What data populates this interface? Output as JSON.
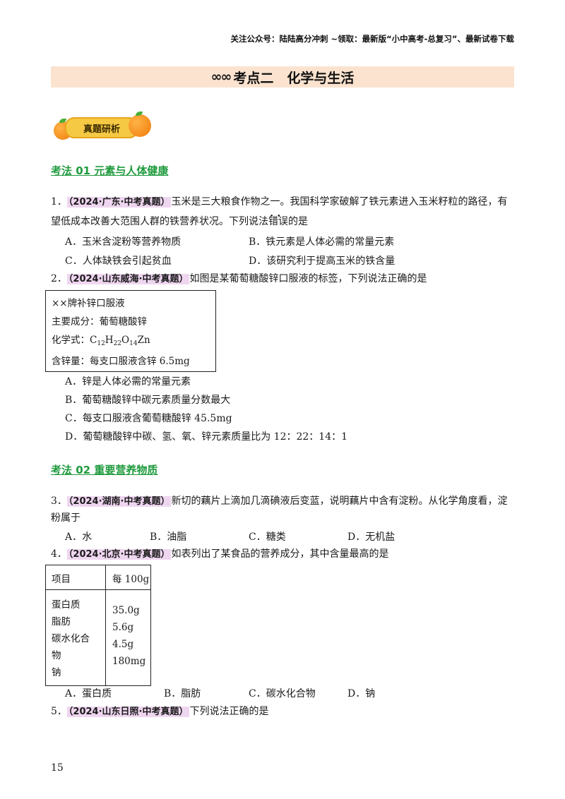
{
  "header": {
    "note": "关注公众号：陆陆高分冲刺  ~领取：最新版“小中高考-总复习”、最新试卷下载"
  },
  "title": {
    "rings": "∞∞",
    "text": "考点二　化学与生活"
  },
  "badge": {
    "label": "真题研析"
  },
  "sections": {
    "s1": "考法 01  元素与人体健康",
    "s2": "考法 02  重要营养物质"
  },
  "q1": {
    "num": "1．",
    "source": "（2024·广东·中考真题）",
    "text_a": "玉米是三大粮食作物之一。我国科学家破解了铁元素进入玉米籽粒的路径，有",
    "text_b_pre": "望低成本改善大范围人群的铁营养状况。下列说法",
    "text_b_emph": "错误",
    "text_b_post": "的是",
    "A": "A．玉米含淀粉等营养物质",
    "B": "B．铁元素是人体必需的常量元素",
    "C": "C．人体缺铁会引起贫血",
    "D": "D．该研究利于提高玉米的铁含量"
  },
  "q2": {
    "num": "2．",
    "source": "（2024·山东威海·中考真题）",
    "text": "如图是某葡萄糖酸锌口服液的标签，下列说法正确的是",
    "label": {
      "l1": "××牌补锌口服液",
      "l2": "主要成分：葡萄糖酸锌",
      "l3_pre": "化学式：",
      "f_c": "C",
      "f_c_n": "12",
      "f_h": "H",
      "f_h_n": "22",
      "f_o": "O",
      "f_o_n": "14",
      "f_zn": "Zn",
      "l4": "含锌量：每支口服液含锌 6.5mg"
    },
    "A": "A．锌是人体必需的常量元素",
    "B": "B．葡萄糖酸锌中碳元素质量分数最大",
    "C": "C．每支口服液含葡萄糖酸锌 45.5mg",
    "D": "D．葡萄糖酸锌中碳、氢、氧、锌元素质量比为 12：22：14：1"
  },
  "q3": {
    "num": "3．",
    "source": "（2024·湖南·中考真题）",
    "text_a": "新切的藕片上滴加几滴碘液后变蓝，说明藕片中含有淀粉。从化学角度看，淀",
    "text_b": "粉属于",
    "A": "A．水",
    "B": "B．油脂",
    "C": "C．糖类",
    "D": "D．无机盐"
  },
  "q4": {
    "num": "4．",
    "source": "（2024·北京·中考真题）",
    "text": "如表列出了某食品的营养成分，其中含量最高的是",
    "table": {
      "h1": "项目",
      "h2": "每 100g",
      "rows": [
        "蛋白质",
        "脂肪",
        "碳水化合",
        "物",
        "钠"
      ],
      "vals": [
        "35.0g",
        "5.6g",
        "4.5g",
        "180mg"
      ]
    },
    "A": "A．蛋白质",
    "B": "B．脂肪",
    "C": "C．碳水化合物",
    "D": "D．钠"
  },
  "q5": {
    "num": "5．",
    "source": "（2024·山东日照·中考真题）",
    "text": "下列说法正确的是"
  },
  "page": {
    "number": "15"
  }
}
